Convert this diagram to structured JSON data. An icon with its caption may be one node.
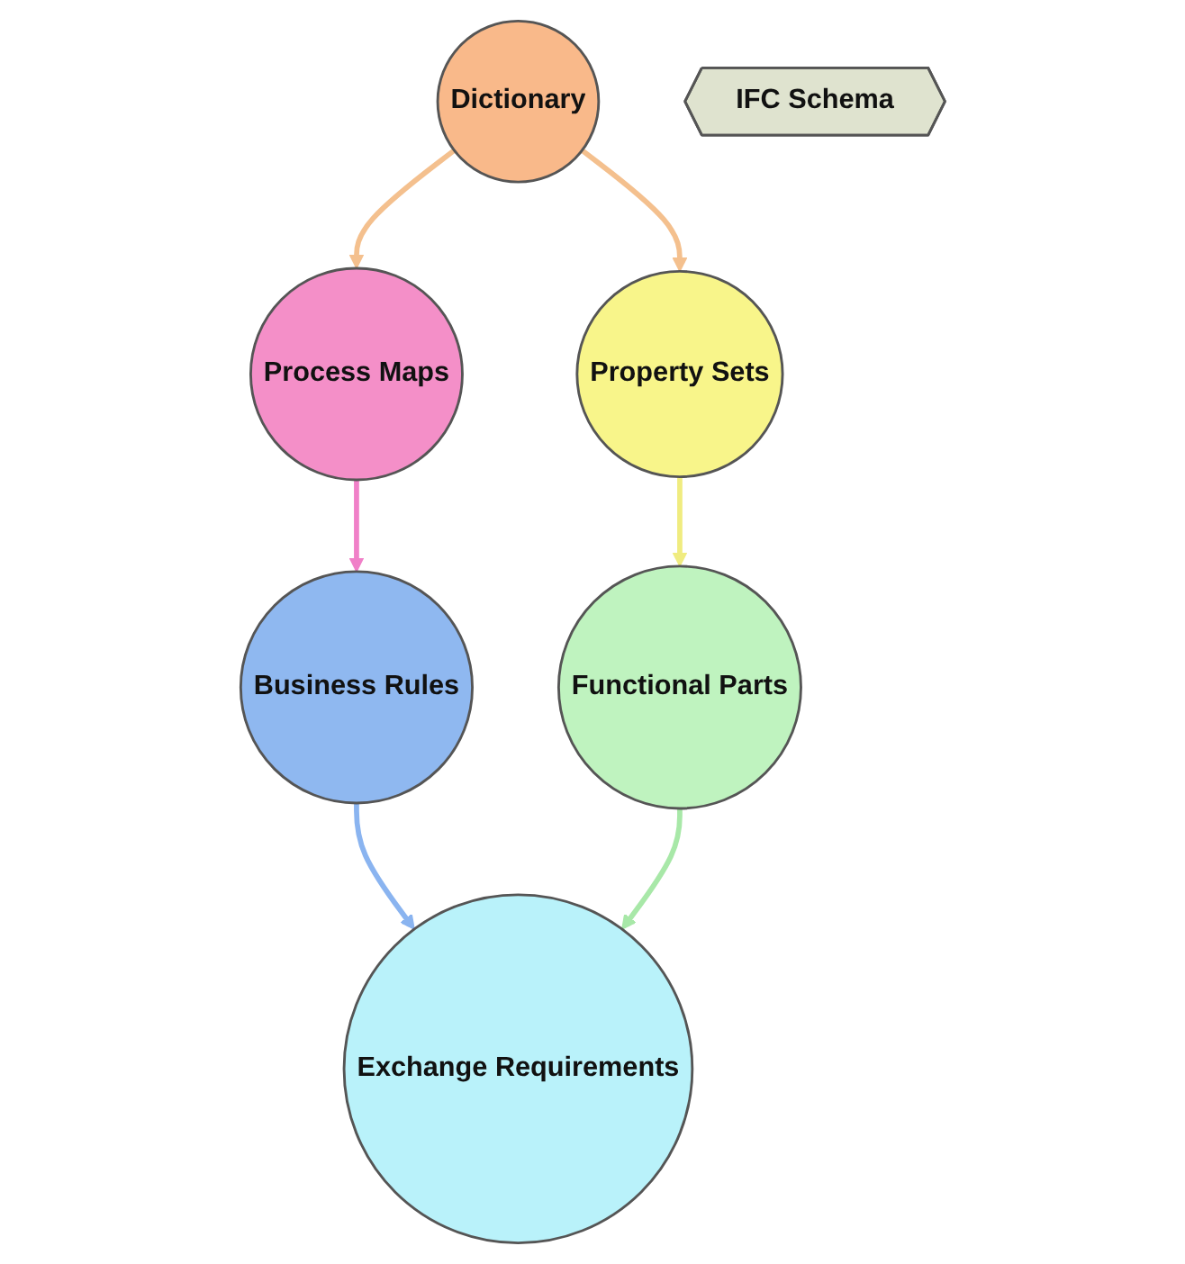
{
  "diagram": {
    "nodes": [
      {
        "text": [
          "Process Maps"
        ]
      },
      {
        "text": [
          "Dictionary"
        ]
      },
      {
        "text": [
          "Business Rules"
        ]
      },
      {
        "text": [
          "IFC Schema"
        ]
      },
      {
        "text": [
          "Property Sets"
        ]
      },
      {
        "text": [
          "Exchange Requirements"
        ]
      },
      {
        "text": [
          "Functional Parts"
        ]
      }
    ],
    "edges": [
      {
        "from": 1,
        "to": 0,
        "arrow": "to",
        "color": "#f4c08e"
      },
      {
        "from": 0,
        "to": 2,
        "arrow": "to",
        "color": "#f080c8"
      },
      {
        "from": 2,
        "to": 5,
        "arrow": "to",
        "color": "#8ab4f0"
      },
      {
        "from": 6,
        "to": 5,
        "arrow": "to",
        "color": "#a8e8a8"
      },
      {
        "from": 4,
        "to": 6,
        "arrow": "to",
        "color": "#f0ec80"
      },
      {
        "from": 1,
        "to": 4,
        "arrow": "to",
        "color": "#f4c08e"
      }
    ]
  }
}
